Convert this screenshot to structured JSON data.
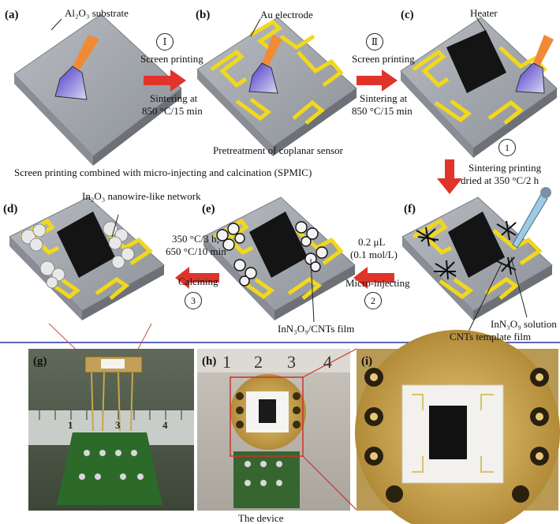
{
  "panels": {
    "a": "(a)",
    "b": "(b)",
    "c": "(c)",
    "d": "(d)",
    "e": "(e)",
    "f": "(f)",
    "g": "(g)",
    "h": "(h)",
    "i": "(i)"
  },
  "labels": {
    "substrate": "Al₂O₃ substrate",
    "electrode": "Au electrode",
    "heater": "Heater",
    "nanowire": "In₂O₃ nanowire-like network",
    "film": "InN₃O₉/CNTs film",
    "template": "CNTs template film",
    "solution": "InN₃O₉ solution"
  },
  "steps": {
    "s1_num": "Ⅰ",
    "s1_a": "Screen printing",
    "s1_b": "Sintering at",
    "s1_c": "850 °C/15 min",
    "s2_num": "Ⅱ",
    "s2_a": "Screen printing",
    "s2_b": "Sintering at",
    "s2_c": "850 °C/15 min",
    "pretreat": "Pretreatment of coplanar sensor",
    "spmic": "Screen printing combined with micro-injecting and calcination (SPMIC)",
    "f_num": "1",
    "f_a": "Sintering printing",
    "f_b": "dried at 350 °C/2 h",
    "inj_a": "0.2 μL",
    "inj_b": "(0.1 mol/L)",
    "inj_c": "Micro-injecting",
    "inj_num": "2",
    "cal_a": "350 °C/3 h;",
    "cal_b": "650 °C/10 min",
    "cal_c": "Calcining",
    "cal_num": "3"
  },
  "device_caption": "The device",
  "ruler_numbers": [
    "1",
    "2",
    "3",
    "4"
  ],
  "colors": {
    "arrow": "#e0342a",
    "gold": "#f2d81a",
    "substrate": "#9ea2a8",
    "heater": "#111111",
    "divider": "#2a35a0"
  }
}
